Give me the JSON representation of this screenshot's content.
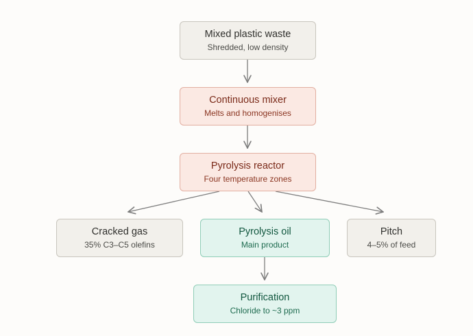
{
  "nodes": {
    "waste": {
      "title": "Mixed plastic waste",
      "sub": "Shredded, low density"
    },
    "mixer": {
      "title": "Continuous mixer",
      "sub": "Melts and homogenises"
    },
    "reactor": {
      "title": "Pyrolysis reactor",
      "sub": "Four temperature zones"
    },
    "gas": {
      "title": "Cracked gas",
      "sub": "35% C3–C5 olefins"
    },
    "oil": {
      "title": "Pyrolysis oil",
      "sub": "Main product"
    },
    "pitch": {
      "title": "Pitch",
      "sub": "4–5% of feed"
    },
    "purification": {
      "title": "Purification",
      "sub": "Chloride to ~3 ppm"
    }
  },
  "edges": [
    {
      "from": "waste",
      "to": "mixer"
    },
    {
      "from": "mixer",
      "to": "reactor"
    },
    {
      "from": "reactor",
      "to": "gas"
    },
    {
      "from": "reactor",
      "to": "oil"
    },
    {
      "from": "reactor",
      "to": "pitch"
    },
    {
      "from": "oil",
      "to": "purification"
    }
  ],
  "colors": {
    "neutral": "#f2f0eb",
    "warm": "#fbe9e3",
    "green": "#e2f4ee",
    "arrow": "#7d7d7d"
  }
}
